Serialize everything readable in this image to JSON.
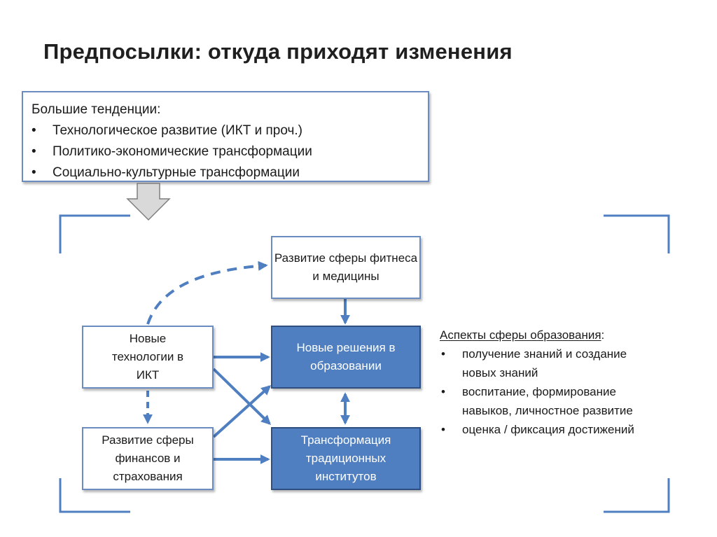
{
  "title": "Предпосылки: откуда приходят изменения",
  "trends": {
    "heading": "Большие тенденции:",
    "items": [
      "Технологическое развитие (ИКТ и проч.)",
      "Политико-экономические трансформации",
      "Социально-культурные трансформации"
    ]
  },
  "nodes": {
    "fitness": "Развитие сферы фитнеса и медицины",
    "ict": "Новые технологии в ИКТ",
    "finance": "Развитие сферы финансов и страхования",
    "education": "Новые решения в образовании",
    "institutions": "Трансформация традиционных институтов"
  },
  "aspects": {
    "heading": "Аспекты сферы образования",
    "colon": ":",
    "items": [
      "получение знаний и создание новых знаний",
      "воспитание, формирование навыков, личностное развитие",
      "оценка / фиксация достижений"
    ]
  },
  "bullet": "•",
  "colors": {
    "box_border": "#6b8cbe",
    "filled_box": "#4f7fc0",
    "filled_border": "#2e4f7f",
    "arrow": "#4f7fc0",
    "bracket": "#4f7fc0",
    "big_arrow_fill": "#d9d9d9",
    "big_arrow_stroke": "#7f7f7f"
  }
}
